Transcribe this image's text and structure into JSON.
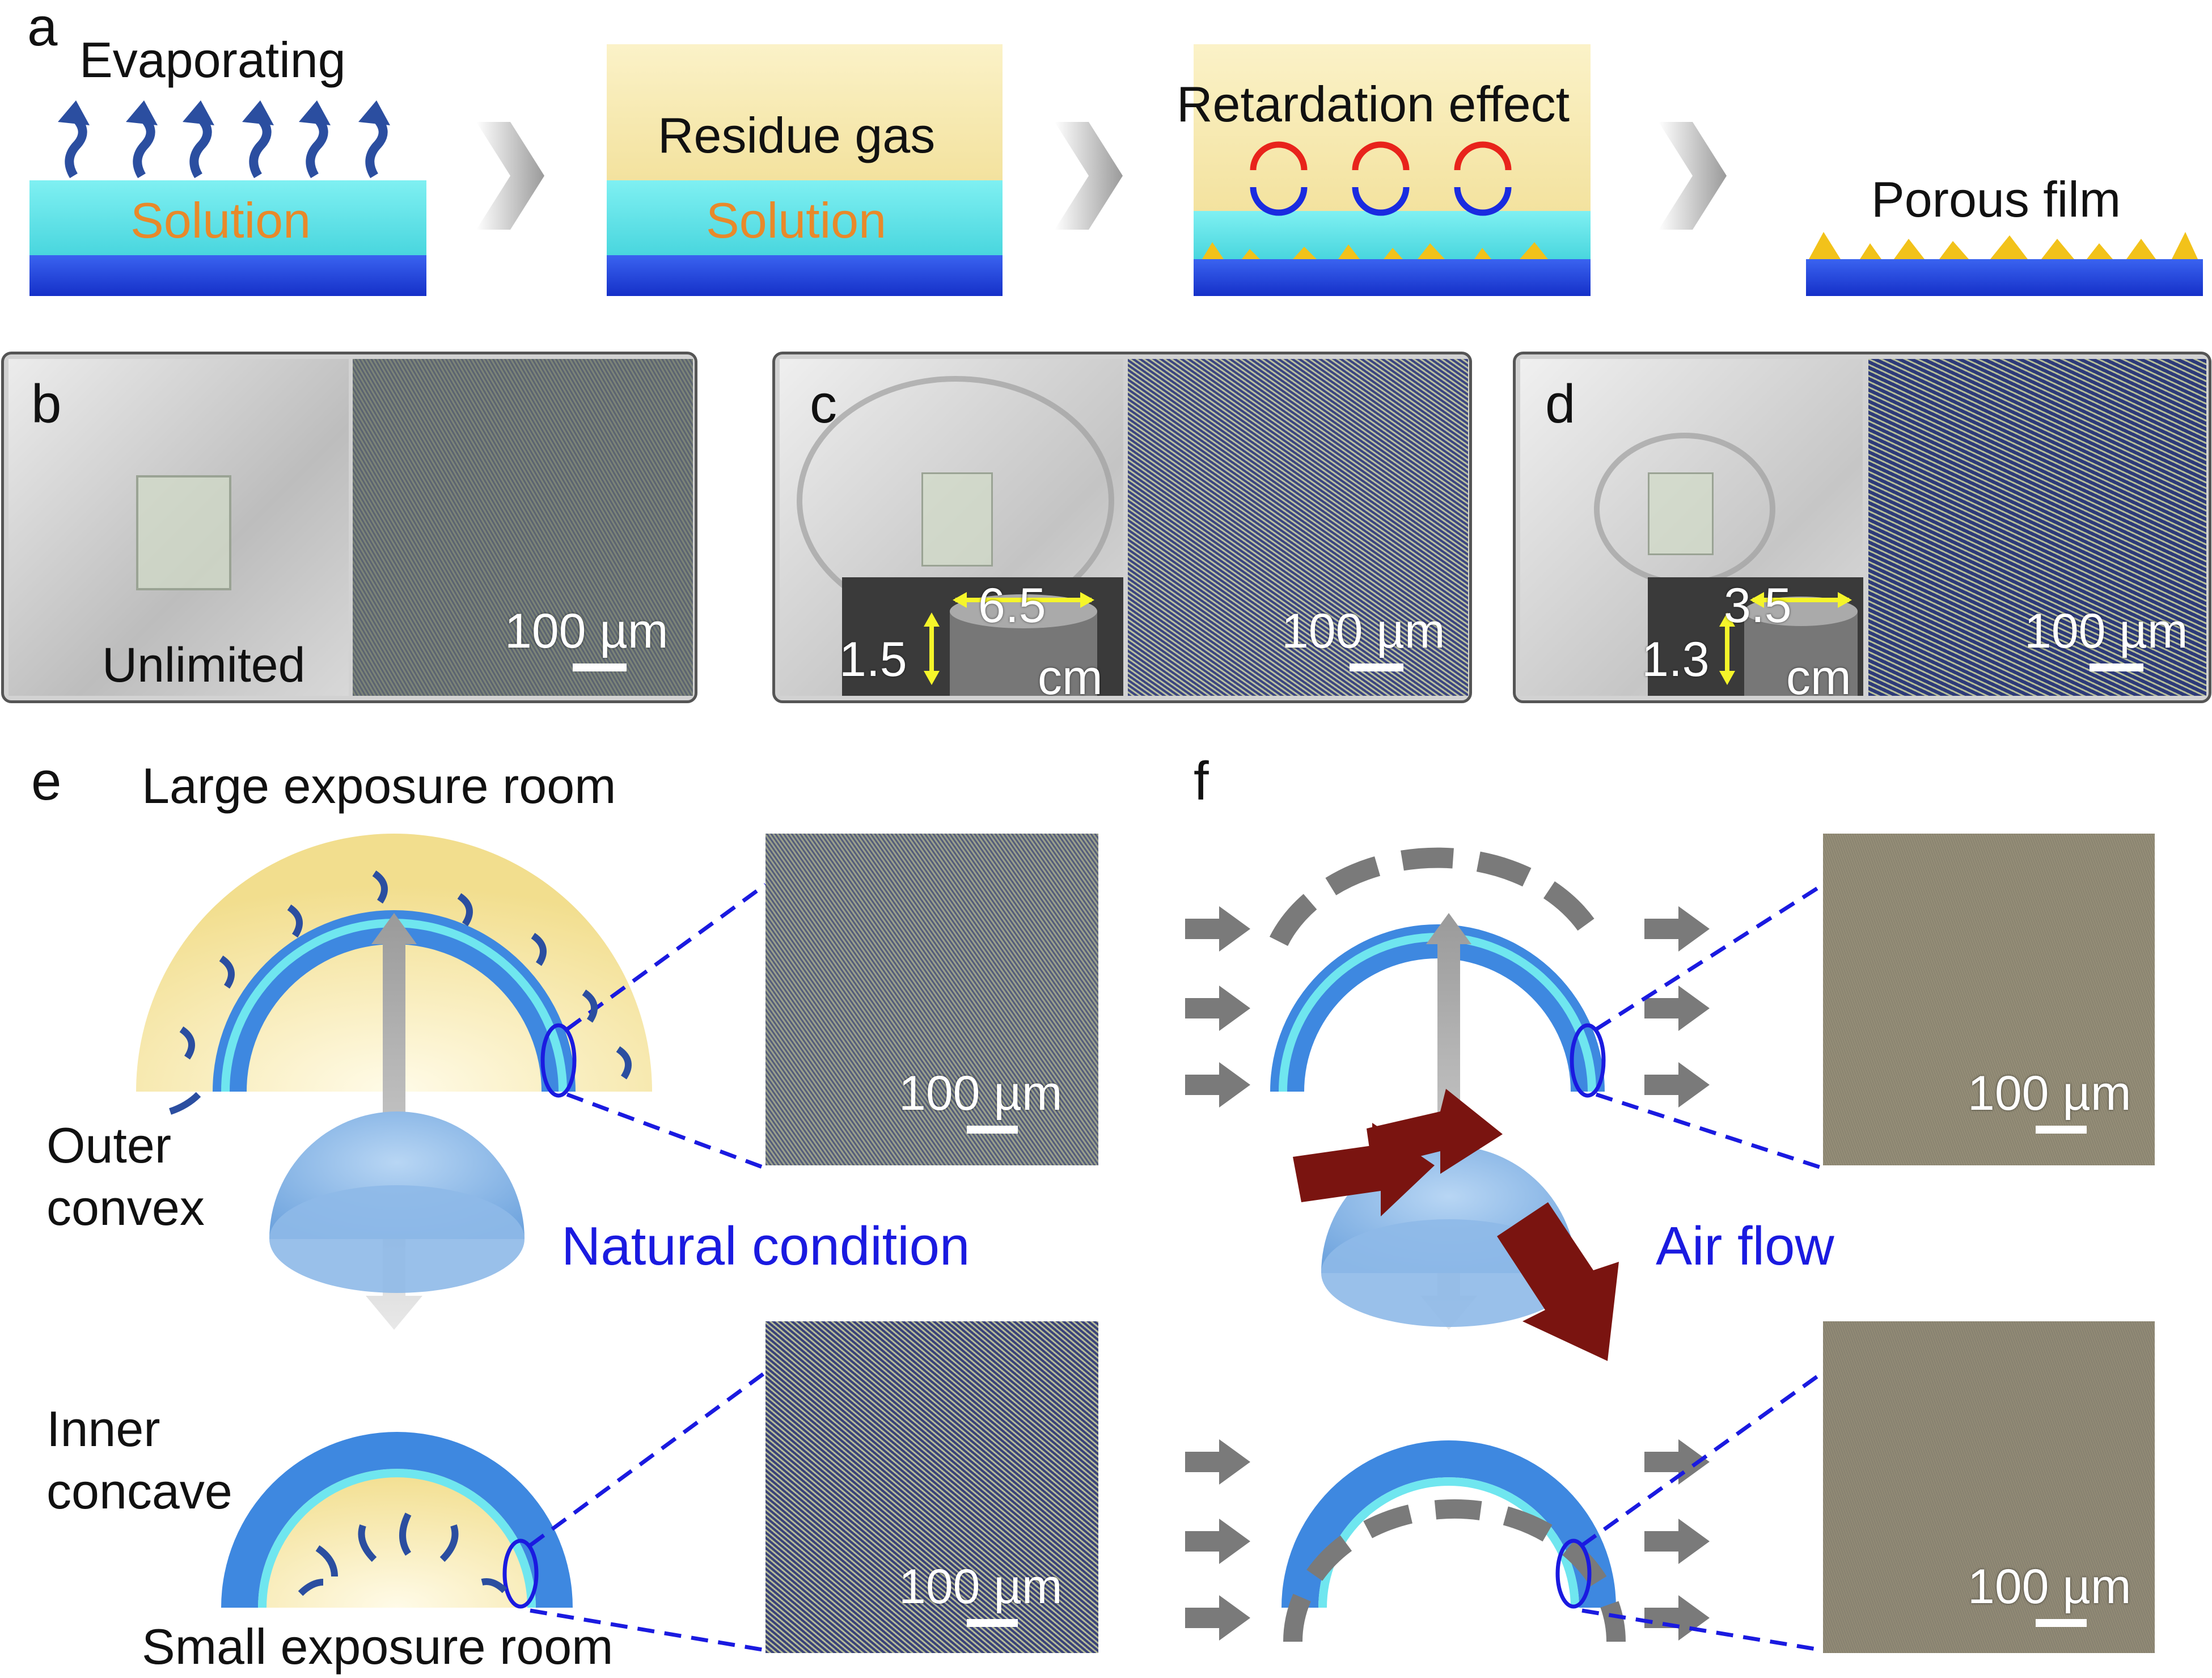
{
  "panels": {
    "a": {
      "letter": "a",
      "steps": [
        {
          "top_label": "Evaporating",
          "layer_label": "Solution"
        },
        {
          "top_label": "Residue gas",
          "layer_label": "Solution"
        },
        {
          "top_label": "Retardation effect",
          "layer_label": ""
        },
        {
          "top_label": "Porous film",
          "layer_label": ""
        }
      ]
    },
    "b": {
      "letter": "b",
      "photo_label": "Unlimited",
      "scale": "100 µm"
    },
    "c": {
      "letter": "c",
      "diameter": "6.5",
      "height": "1.5",
      "unit": "cm",
      "scale": "100 µm"
    },
    "d": {
      "letter": "d",
      "diameter": "3.5",
      "height": "1.3",
      "unit": "cm",
      "scale": "100 µm"
    },
    "e": {
      "letter": "e",
      "top_room": "Large exposure room",
      "outer": "Outer\nconvex",
      "inner": "Inner\nconcave",
      "condition": "Natural condition",
      "bottom_room": "Small exposure room",
      "scale_top": "100 µm",
      "scale_bottom": "100 µm"
    },
    "f": {
      "letter": "f",
      "condition": "Air flow",
      "scale_top": "100 µm",
      "scale_bottom": "100 µm"
    }
  },
  "colors": {
    "solution": "#5FE3E8",
    "substrate": "#1F3FE0",
    "gas": "#F6E7A8",
    "arrow_blue": "#2B4EA0",
    "label_blue": "#1A1AE0",
    "crystal": "#F2C21A",
    "airflow_red": "#7A1410"
  }
}
